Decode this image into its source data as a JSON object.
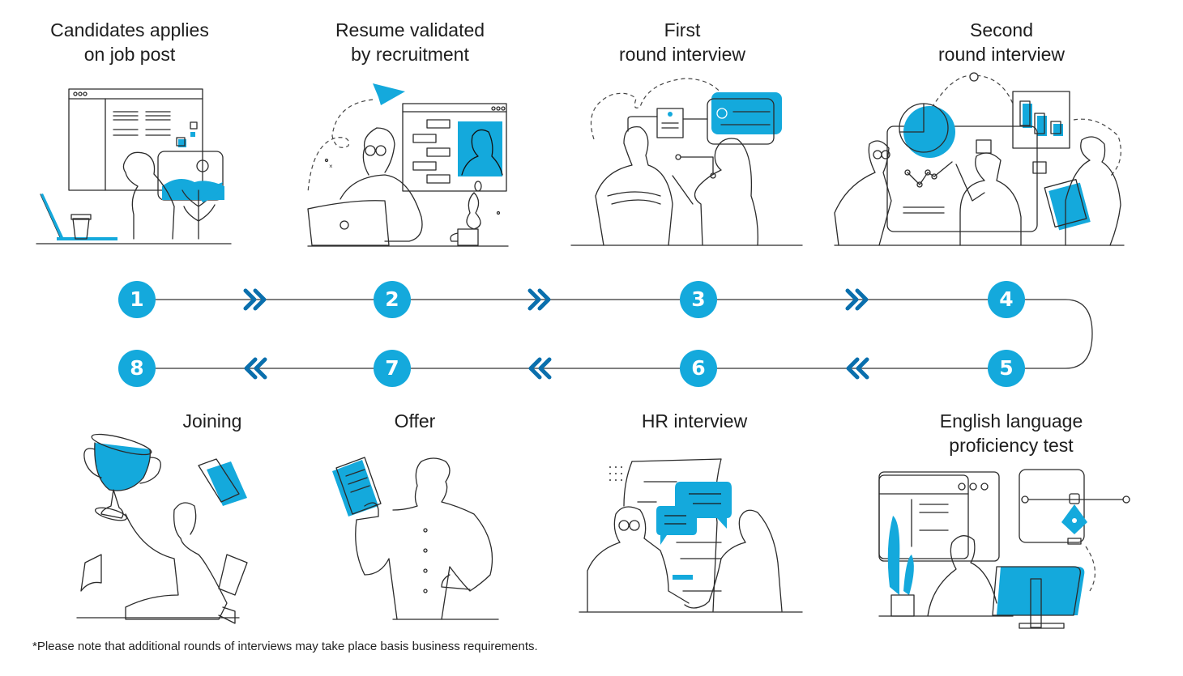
{
  "steps": [
    {
      "number": "1",
      "title": "Candidates applies\non job post"
    },
    {
      "number": "2",
      "title": "Resume validated\nby recruitment"
    },
    {
      "number": "3",
      "title": "First\nround interview"
    },
    {
      "number": "4",
      "title": "Second\nround interview"
    },
    {
      "number": "5",
      "title": "English language\nproficiency test"
    },
    {
      "number": "6",
      "title": "HR interview"
    },
    {
      "number": "7",
      "title": "Offer"
    },
    {
      "number": "8",
      "title": "Joining"
    }
  ],
  "arrows": {
    "top_row": "double-chevron-right",
    "bottom_row": "double-chevron-left"
  },
  "colors": {
    "accent": "#14a9dc",
    "chevron": "#0a6fad",
    "line": "#555555"
  },
  "footnote": "*Please note that additional rounds of interviews may take place basis business requirements."
}
